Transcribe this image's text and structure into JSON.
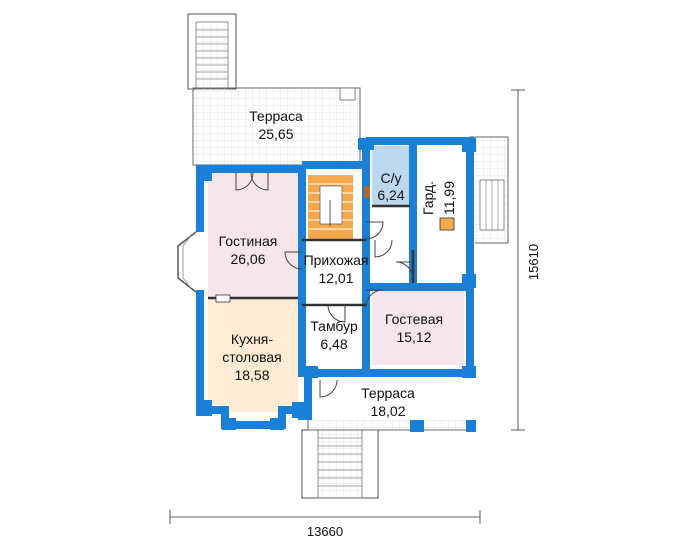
{
  "plan": {
    "rooms": [
      {
        "id": "terrace-top",
        "name": "Терраса",
        "area": "25,65"
      },
      {
        "id": "bathroom",
        "name": "С/у",
        "area": "6,24"
      },
      {
        "id": "wardrobe",
        "name": "Гард.",
        "area": "11,99"
      },
      {
        "id": "living",
        "name": "Гостиная",
        "area": "26,06"
      },
      {
        "id": "hall",
        "name": "Прихожая",
        "area": "12,01"
      },
      {
        "id": "kitchen",
        "name": "Кухня-",
        "name2": "столовая",
        "area": "18,58"
      },
      {
        "id": "vestibule",
        "name": "Тамбур",
        "area": "6,48"
      },
      {
        "id": "guest",
        "name": "Гостевая",
        "area": "15,12"
      },
      {
        "id": "terrace-bottom",
        "name": "Терраса",
        "area": "18,02"
      }
    ],
    "dimensions": {
      "width": "13660",
      "height": "15610"
    },
    "colors": {
      "wall": "#1a7fd6",
      "living": "#f6e6ec",
      "kitchen": "#fdebd3",
      "bathroom": "#bcd7ee",
      "guest": "#f6e6ec",
      "stairs": "#f5a84c",
      "terrace_grid": "#cfd8de"
    }
  }
}
